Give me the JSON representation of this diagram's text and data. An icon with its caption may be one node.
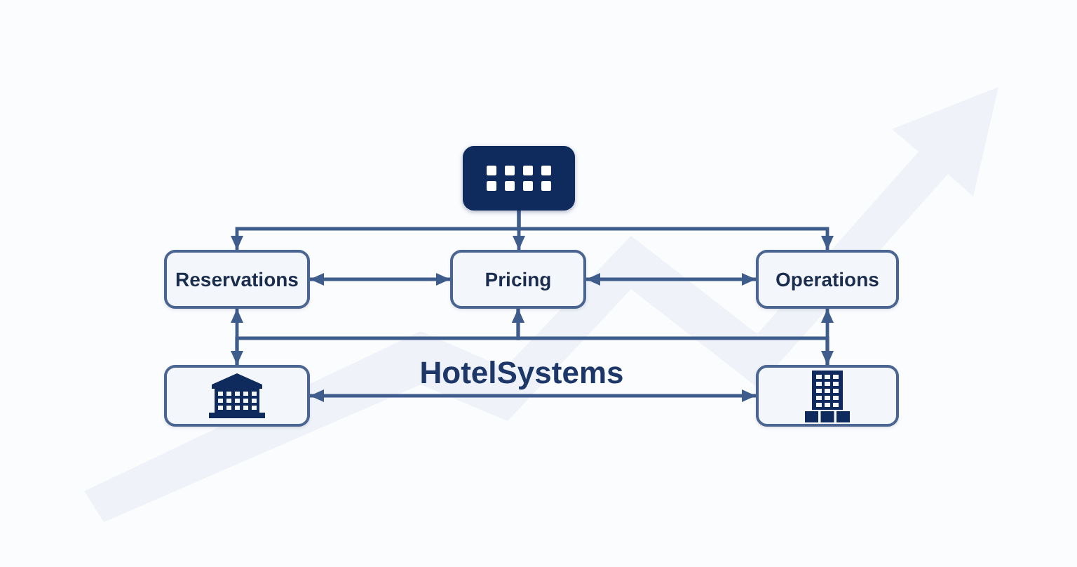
{
  "diagram": {
    "title": "HotelSystems",
    "nodes": [
      {
        "text": [],
        "shape": "box"
      },
      {
        "text": [
          "Reservations"
        ]
      },
      {
        "text": [
          "Pricing"
        ]
      },
      {
        "text": [
          "Operations"
        ]
      },
      {
        "text": [],
        "shape": "box"
      },
      {
        "text": [],
        "shape": "box"
      }
    ],
    "edges": [
      {
        "from": 0,
        "to": 2,
        "arrow": "to"
      },
      {
        "from": 0,
        "to": 1,
        "arrow": "to"
      },
      {
        "from": 0,
        "to": 3,
        "arrow": "to"
      },
      {
        "from": 1,
        "to": 2,
        "arrow": "both"
      },
      {
        "from": 2,
        "to": 3,
        "arrow": "both"
      },
      {
        "from": 1,
        "to": 4,
        "arrow": "both"
      },
      {
        "from": 3,
        "to": 5,
        "arrow": "both"
      },
      {
        "from": 4,
        "to": 2,
        "arrow": "to"
      },
      {
        "from": 5,
        "to": 2,
        "arrow": "to"
      },
      {
        "from": 4,
        "to": 5,
        "arrow": "both"
      }
    ]
  }
}
